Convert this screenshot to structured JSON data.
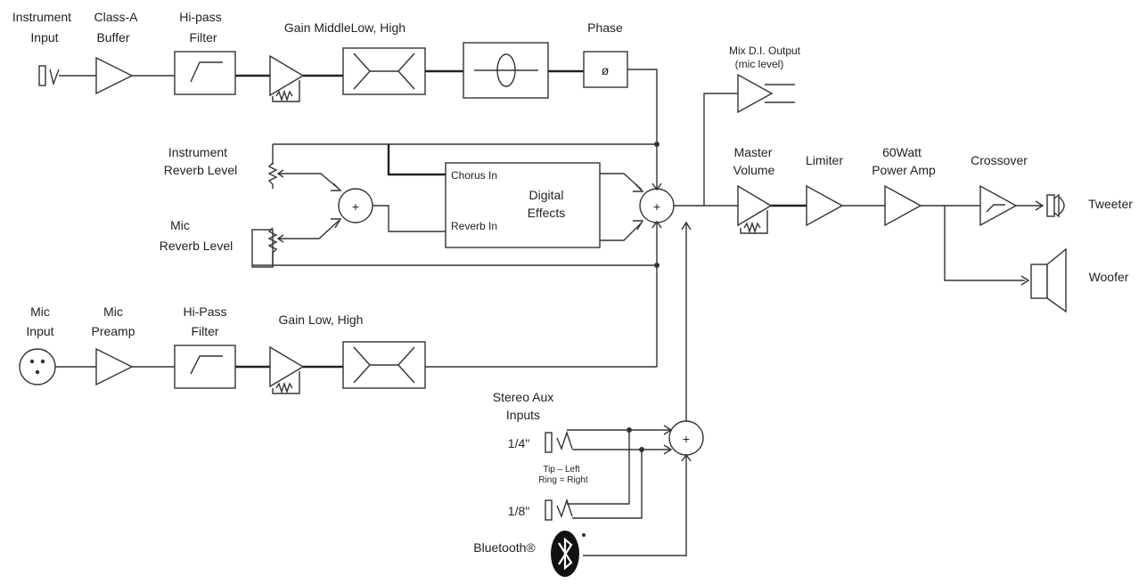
{
  "labels": {
    "instrument_input": [
      "Instrument",
      "Input"
    ],
    "class_a_buffer": [
      "Class-A",
      "Buffer"
    ],
    "hi_pass_filter_top": [
      "Hi-pass",
      "Filter"
    ],
    "gain_top": "Gain MiddleLow, High",
    "phase": "Phase",
    "phase_symbol": "ø",
    "mix_di_output": [
      "Mix D.I. Output",
      "(mic level)"
    ],
    "instrument_reverb_level": [
      "Instrument",
      "Reverb Level"
    ],
    "mic_reverb_level": [
      "Mic",
      "Reverb Level"
    ],
    "chorus_in": "Chorus In",
    "reverb_in": "Reverb In",
    "digital_effects": [
      "Digital",
      "Effects"
    ],
    "master_volume": [
      "Master",
      "Volume"
    ],
    "limiter": "Limiter",
    "power_amp": [
      "60Watt",
      "Power Amp"
    ],
    "crossover": "Crossover",
    "tweeter": "Tweeter",
    "woofer": "Woofer",
    "mic_input": [
      "Mic",
      "Input"
    ],
    "mic_preamp": [
      "Mic",
      "Preamp"
    ],
    "hi_pass_filter_bottom": [
      "Hi-Pass",
      "Filter"
    ],
    "gain_bottom": "Gain Low, High",
    "stereo_aux_inputs": [
      "Stereo Aux",
      "Inputs"
    ],
    "quarter_inch": "1/4\"",
    "eighth_inch": "1/8\"",
    "tip_ring_note": [
      "Tip – Left",
      "Ring = Right"
    ],
    "bluetooth": "Bluetooth®",
    "plus": "+"
  }
}
